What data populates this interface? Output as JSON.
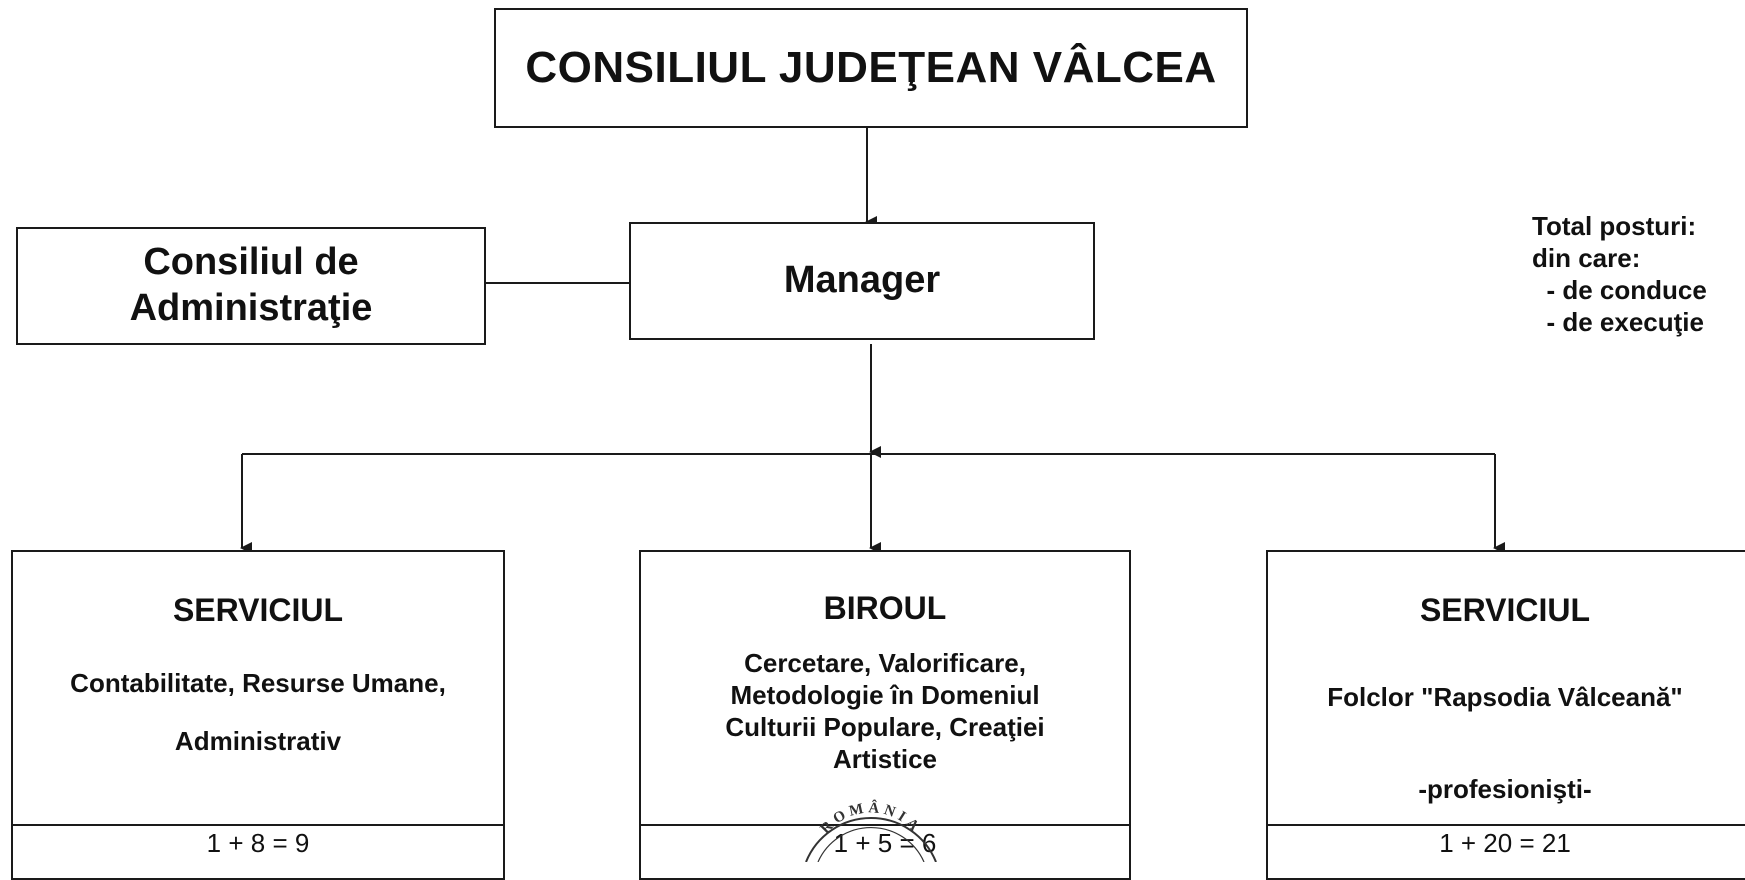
{
  "header": {
    "title": "CONSILIUL JUDEŢEAN VÂLCEA"
  },
  "board": {
    "line1": "Consiliul de",
    "line2": "Administraţie"
  },
  "manager": {
    "label": "Manager"
  },
  "totals": {
    "line1": "Total posturi:",
    "line2": "din care:",
    "line3": "  - de conduce",
    "line4": "  - de execuţie"
  },
  "departments": [
    {
      "heading": "SERVICIUL",
      "lines": [
        "Contabilitate, Resurse Umane,",
        "Administrativ"
      ],
      "count": "1 + 8 = 9"
    },
    {
      "heading": "BIROUL",
      "lines": [
        "Cercetare, Valorificare,",
        "Metodologie în Domeniul",
        "Culturii Populare, Creaţiei",
        "Artistice"
      ],
      "count": "1 + 5 = 6"
    },
    {
      "heading": "SERVICIUL",
      "lines": [
        "Folclor \"Rapsodia Vâlceană\"",
        "-profesionişti-"
      ],
      "count": "1 + 20 = 21"
    }
  ],
  "stamp": {
    "text": "ROMÂNIA"
  }
}
